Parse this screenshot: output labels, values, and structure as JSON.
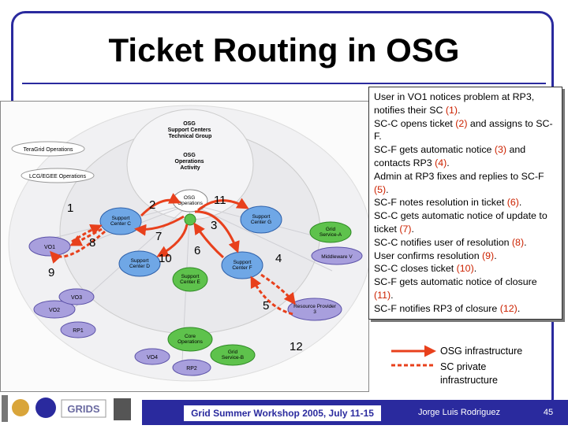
{
  "slide": {
    "title": "Ticket Routing in OSG",
    "footer_event": "Grid Summer Workshop 2005, July 11-15",
    "footer_author": "Jorge Luis Rodriguez",
    "page_number": "45"
  },
  "diagram": {
    "entities": {
      "osg_sctg": [
        "OSG",
        "Support Centers",
        "Technical Group"
      ],
      "osg_oa": [
        "OSG",
        "Operations",
        "Activity"
      ],
      "osg_ops": [
        "OSG",
        "Operations"
      ],
      "teragrid": "TeraGrid Operations",
      "lcg": "LCG/EGEE Operations",
      "sc_c": [
        "Support",
        "Center C"
      ],
      "sc_g": [
        "Support",
        "Center G"
      ],
      "sc_d": [
        "Support",
        "Center D"
      ],
      "sc_e": [
        "Support",
        "Center E"
      ],
      "sc_f": [
        "Support",
        "Center F"
      ],
      "grid_svc_a": [
        "Grid",
        "Service-A"
      ],
      "middleware_v": "Middleware V",
      "vo1": "VO1",
      "vo2": "VO2",
      "vo3": "VO3",
      "vo4": "VO4",
      "rp1": "RP1",
      "rp2": "RP2",
      "rp3": [
        "Resource Provider",
        "3"
      ],
      "core_ops": [
        "Core",
        "Operations"
      ],
      "grid_svc_b": [
        "Grid",
        "Service-B"
      ]
    },
    "step_numbers": [
      "1",
      "2",
      "3",
      "4",
      "5",
      "6",
      "7",
      "8",
      "9",
      "10",
      "11",
      "12"
    ]
  },
  "description": [
    [
      {
        "t": "User in VO1 notices problem at RP3, notifies their SC "
      },
      {
        "t": "(1)",
        "red": true
      },
      {
        "t": "."
      }
    ],
    [
      {
        "t": "SC-C opens ticket "
      },
      {
        "t": "(2)",
        "red": true
      },
      {
        "t": " and assigns to SC-F."
      }
    ],
    [
      {
        "t": "SC-F gets automatic notice "
      },
      {
        "t": "(3)",
        "red": true
      },
      {
        "t": " and contacts RP3 "
      },
      {
        "t": "(4)",
        "red": true
      },
      {
        "t": "."
      }
    ],
    [
      {
        "t": "Admin at RP3 fixes and replies to SC-F "
      },
      {
        "t": "(5)",
        "red": true
      },
      {
        "t": "."
      }
    ],
    [
      {
        "t": "SC-F notes resolution in ticket "
      },
      {
        "t": "(6)",
        "red": true
      },
      {
        "t": "."
      }
    ],
    [
      {
        "t": "SC-C gets automatic notice of update to ticket "
      },
      {
        "t": "(7)",
        "red": true
      },
      {
        "t": "."
      }
    ],
    [
      {
        "t": "SC-C notifies user of resolution "
      },
      {
        "t": "(8)",
        "red": true
      },
      {
        "t": "."
      }
    ],
    [
      {
        "t": "User confirms resolution "
      },
      {
        "t": "(9)",
        "red": true
      },
      {
        "t": "."
      }
    ],
    [
      {
        "t": "SC-C closes ticket "
      },
      {
        "t": "(10)",
        "red": true
      },
      {
        "t": "."
      }
    ],
    [
      {
        "t": "SC-F gets automatic notice of closure "
      },
      {
        "t": "(11)",
        "red": true
      },
      {
        "t": "."
      }
    ],
    [
      {
        "t": "SC-F notifies RP3 of closure "
      },
      {
        "t": "(12)",
        "red": true
      },
      {
        "t": "."
      }
    ]
  ],
  "legend": {
    "solid_label": "OSG infrastructure",
    "dashed_label": "SC private infrastructure"
  },
  "logos": [
    "GRIDS"
  ],
  "colors": {
    "border_blue": "#2a2a9e",
    "accent_red": "#e8401c",
    "node_blue": "#6fa7e6",
    "node_green": "#5ec24c"
  }
}
